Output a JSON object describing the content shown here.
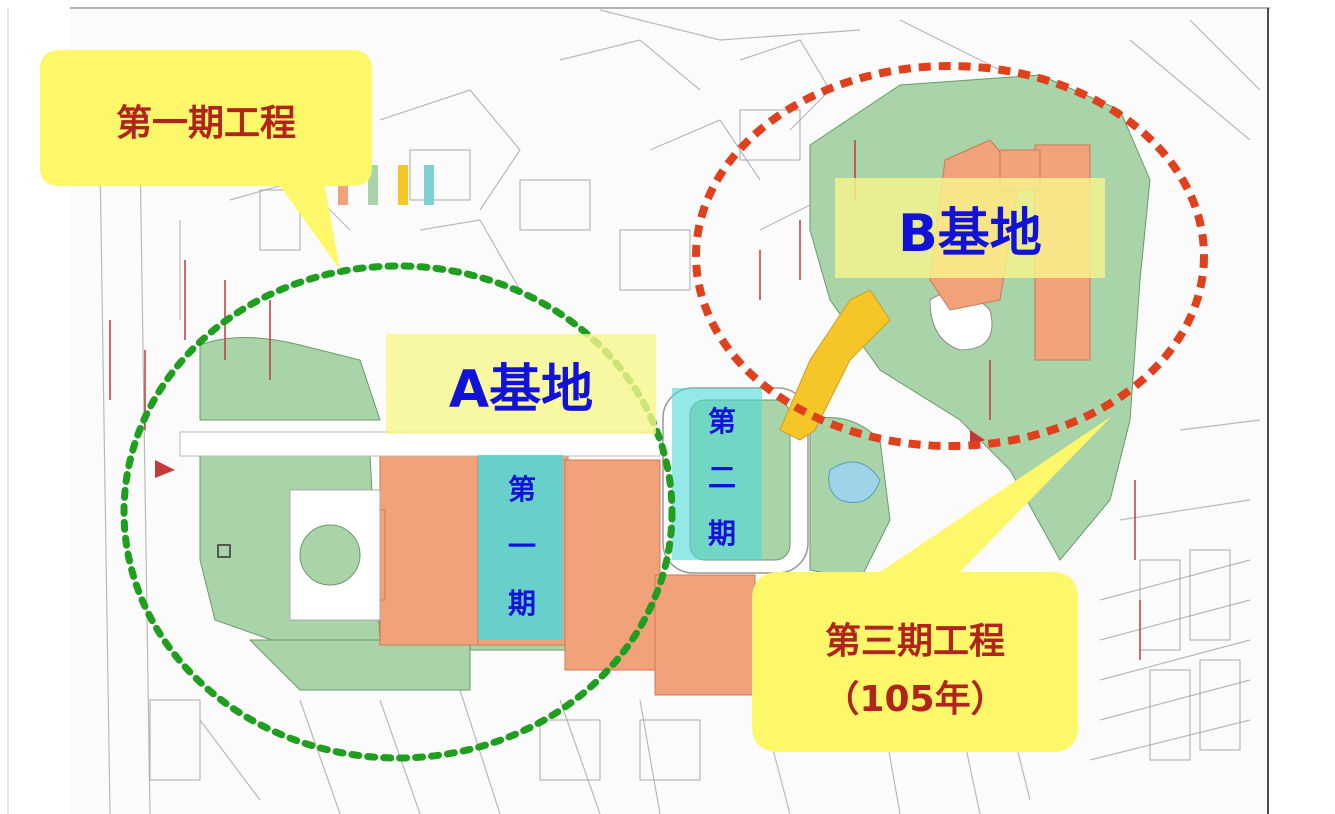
{
  "map": {
    "callout_phase1": "第一期工程",
    "callout_phase3_line1": "第三期工程",
    "callout_phase3_line2": "（105年）",
    "site_a_label": "A基地",
    "site_b_label": "B基地",
    "phase1_chars": [
      "第",
      "一",
      "期"
    ],
    "phase2_chars": [
      "第",
      "二",
      "期"
    ]
  },
  "colors": {
    "callout_fill": "#fdf76a",
    "callout_text": "#b0241c",
    "site_label_text": "#1212d8",
    "site_label_fill": "#f8f68c",
    "green_circle": "#1f9e1f",
    "red_circle": "#e0401c",
    "building": "#f2a27a",
    "park": "#a9d3a8",
    "plaza": "#f6c629",
    "phase_block": "#4fd8d8"
  }
}
